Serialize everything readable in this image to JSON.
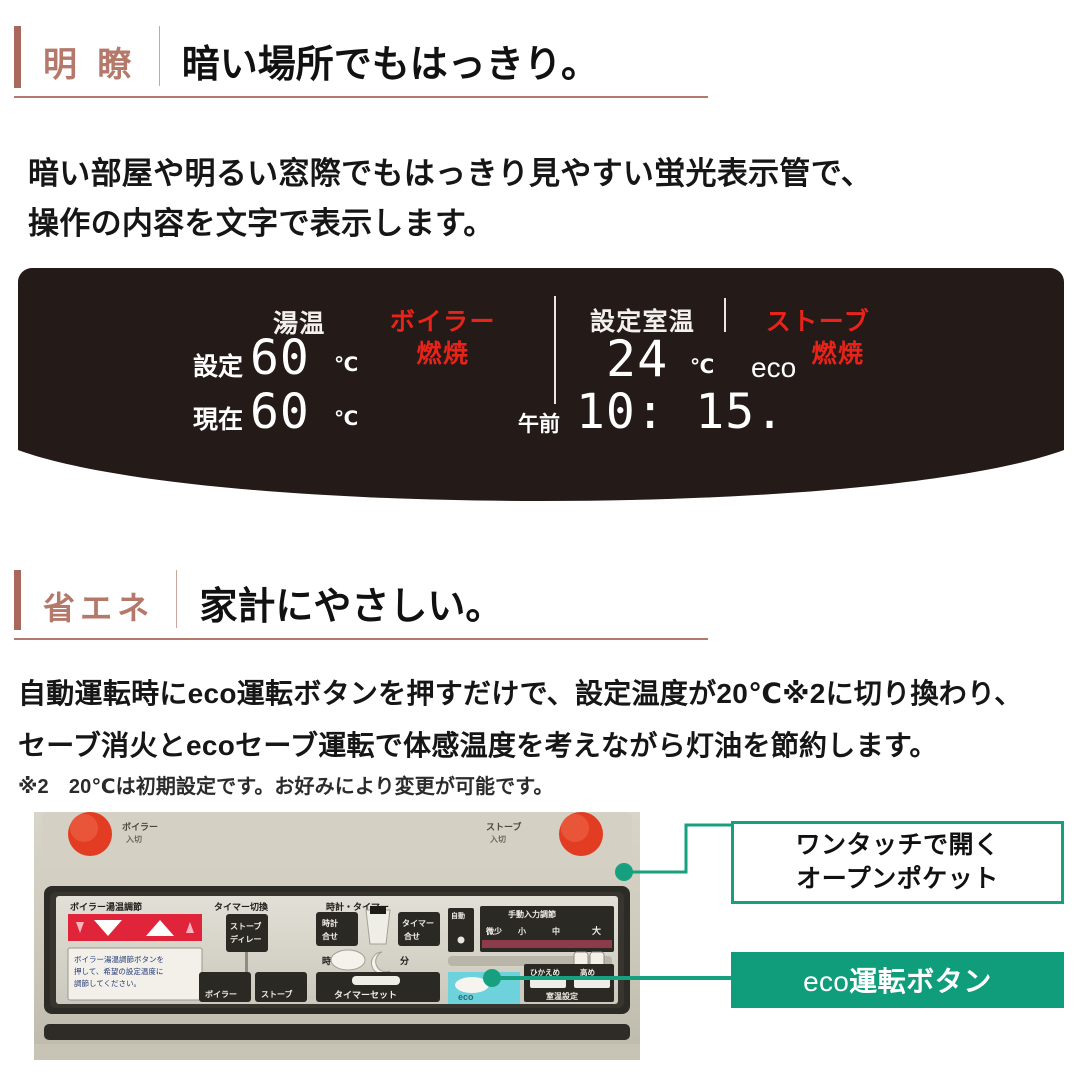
{
  "page": {
    "background": "#ffffff",
    "accent_rose": "#a8685c",
    "accent_teal": "#0f9d7b",
    "display_red": "#e8231a"
  },
  "sections": [
    {
      "tag": "明 瞭",
      "title": "暗い場所でもはっきり。",
      "body_lines": [
        "暗い部屋や明るい窓際でもはっきり見やすい蛍光表示管で、",
        "操作の内容を文字で表示します。"
      ]
    },
    {
      "tag": "省エネ",
      "title": "家計にやさしい。",
      "body_lines": [
        "自動運転時にeco運転ボタンを押すだけで、設定温度が20℃※2に切り換わり、",
        "セーブ消火とecoセーブ運転で体感温度を考えながら灯油を節約します。"
      ],
      "footnote": "※2　20℃は初期設定です。お好みにより変更が可能です。"
    }
  ],
  "display": {
    "hot_water": {
      "heading": "湯温",
      "set_label": "設定",
      "set_value": "60",
      "set_unit": "℃",
      "current_label": "現在",
      "current_value": "60",
      "current_unit": "℃"
    },
    "boiler_status": {
      "line1": "ボイラー",
      "line2": "燃焼"
    },
    "room": {
      "heading": "設定室温",
      "value": "24",
      "unit": "℃"
    },
    "stove_status": {
      "line1": "ストーブ",
      "line2": "燃焼"
    },
    "eco_indicator": "eco",
    "clock": {
      "meridiem": "午前",
      "time": "10: 15."
    }
  },
  "photo": {
    "alt_name": "remote-controller-panel",
    "boiler_power_label_line1": "ボイラー",
    "boiler_power_label_line2": "入切",
    "stove_power_label_line1": "ストーブ",
    "stove_power_label_line2": "入切",
    "groups": {
      "boiler_temp": "ボイラー湯温調節",
      "timer_switch": "タイマー切換",
      "clock_timer": "時計・タイマー",
      "auto": "自動",
      "manual": "手動入力調節"
    },
    "buttons": {
      "stove_delay": "ストーブ\nディレー",
      "clock_set": "時計\n合せ",
      "timer_set_label": "タイマー\n合せ",
      "hour": "時",
      "minute": "分",
      "boiler": "ボイラー",
      "stove": "ストーブ",
      "timer_set": "タイマーセット",
      "eco": "eco",
      "room_temp_setting": "室温設定",
      "low": "ひかえめ",
      "high": "高め"
    },
    "levels": [
      "微少",
      "小",
      "中",
      "大"
    ],
    "instruction": "ボイラー湯温調節ボタンを押して、希望の設定温度に調節してください。"
  },
  "callouts": [
    {
      "name": "open-pocket",
      "line1": "ワンタッチで開く",
      "line2": "オープンポケット",
      "style": "outline"
    },
    {
      "name": "eco-button",
      "eco": "eco",
      "rest": "運転ボタン",
      "style": "filled"
    }
  ]
}
